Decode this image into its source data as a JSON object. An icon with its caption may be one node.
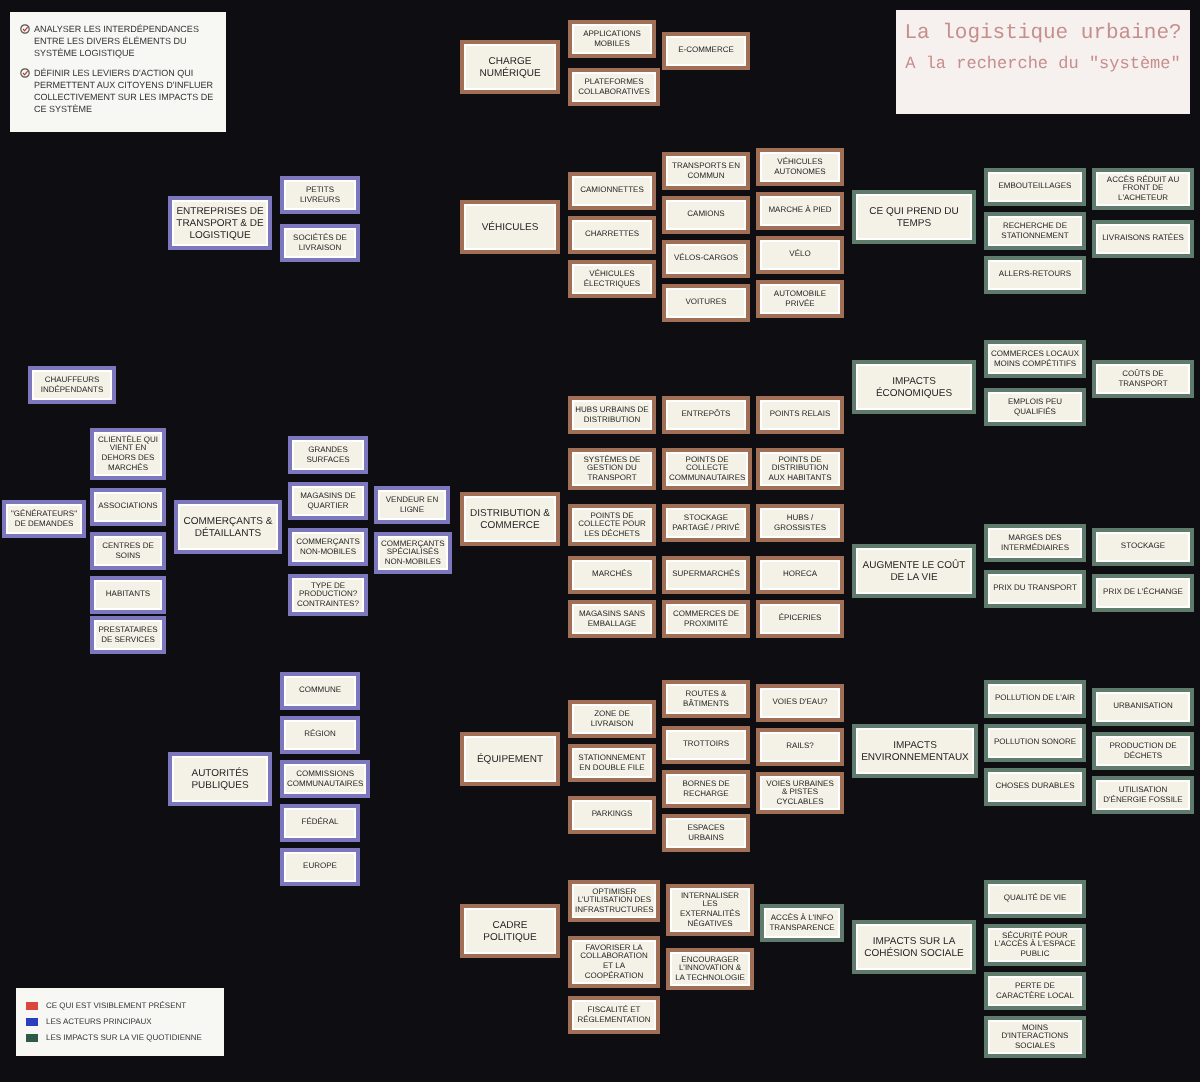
{
  "diagram": {
    "nodes": [
      {
        "text": [
          "ANALYSER LES INTERDÉPENDANCES ENTRE LES DIVERS ÉLÉMENTS DU SYSTÈME LOGISTIQUE",
          "DÉFINIR LES LEVIERS D'ACTION QUI PERMETTENT AUX CITOYENS D'INFLUER COLLECTIVEMENT SUR LES IMPACTS DE CE SYSTÈME"
        ]
      },
      {
        "text": [
          "La logistique urbaine?",
          "A la recherche du \"système\""
        ]
      },
      {
        "text": [
          "ENTREPRISES DE TRANSPORT & DE LOGISTIQUE"
        ]
      },
      {
        "text": [
          "PETITS LIVREURS"
        ]
      },
      {
        "text": [
          "SOCIÉTÉS DE LIVRAISON"
        ]
      },
      {
        "text": [
          "CHAUFFEURS INDÉPENDANTS"
        ]
      },
      {
        "text": [
          "CLIENTÈLE QUI VIENT EN DEHORS DES MARCHÉS"
        ]
      },
      {
        "text": [
          "\"GÉNÉRATEURS\" DE DEMANDES"
        ]
      },
      {
        "text": [
          "ASSOCIATIONS"
        ]
      },
      {
        "text": [
          "CENTRES DE SOINS"
        ]
      },
      {
        "text": [
          "HABITANTS"
        ]
      },
      {
        "text": [
          "PRESTATAIRES DE SERVICES"
        ]
      },
      {
        "text": [
          "COMMERÇANTS & DÉTAILLANTS"
        ]
      },
      {
        "text": [
          "GRANDES SURFACES"
        ]
      },
      {
        "text": [
          "MAGASINS DE QUARTIER"
        ]
      },
      {
        "text": [
          "VENDEUR EN LIGNE"
        ]
      },
      {
        "text": [
          "COMMERÇANTS NON-MOBILES"
        ]
      },
      {
        "text": [
          "COMMERÇANTS SPÉCIALISÉS NON-MOBILES"
        ]
      },
      {
        "text": [
          "TYPE DE PRODUCTION? CONTRAINTES?"
        ]
      },
      {
        "text": [
          "AUTORITÉS PUBLIQUES"
        ]
      },
      {
        "text": [
          "COMMUNE"
        ]
      },
      {
        "text": [
          "RÉGION"
        ]
      },
      {
        "text": [
          "COMMISSIONS COMMUNAUTAIRES"
        ]
      },
      {
        "text": [
          "FÉDÉRAL"
        ]
      },
      {
        "text": [
          "EUROPE"
        ]
      },
      {
        "text": [
          "CHARGE NUMÉRIQUE"
        ]
      },
      {
        "text": [
          "APPLICATIONS MOBILES"
        ]
      },
      {
        "text": [
          "E-COMMERCE"
        ]
      },
      {
        "text": [
          "PLATEFORMES COLLABORATIVES"
        ]
      },
      {
        "text": [
          "VÉHICULES"
        ]
      },
      {
        "text": [
          "CAMIONNETTES"
        ]
      },
      {
        "text": [
          "CHARRETTES"
        ]
      },
      {
        "text": [
          "VÉHICULES ÉLECTRIQUES"
        ]
      },
      {
        "text": [
          "TRANSPORTS EN COMMUN"
        ]
      },
      {
        "text": [
          "CAMIONS"
        ]
      },
      {
        "text": [
          "VÉLOS-CARGOS"
        ]
      },
      {
        "text": [
          "VOITURES"
        ]
      },
      {
        "text": [
          "VÉHICULES AUTONOMES"
        ]
      },
      {
        "text": [
          "MARCHE À PIED"
        ]
      },
      {
        "text": [
          "VÉLO"
        ]
      },
      {
        "text": [
          "AUTOMOBILE PRIVÉE"
        ]
      },
      {
        "text": [
          "DISTRIBUTION & COMMERCE"
        ]
      },
      {
        "text": [
          "HUBS URBAINS DE DISTRIBUTION"
        ]
      },
      {
        "text": [
          "ENTREPÔTS"
        ]
      },
      {
        "text": [
          "POINTS RELAIS"
        ]
      },
      {
        "text": [
          "SYSTÈMES DE GESTION DU TRANSPORT"
        ]
      },
      {
        "text": [
          "POINTS DE COLLECTE COMMUNAUTAIRES"
        ]
      },
      {
        "text": [
          "POINTS DE DISTRIBUTION AUX HABITANTS"
        ]
      },
      {
        "text": [
          "POINTS DE COLLECTE POUR LES DÉCHETS"
        ]
      },
      {
        "text": [
          "STOCKAGE PARTAGÉ / PRIVÉ"
        ]
      },
      {
        "text": [
          "HUBS / GROSSISTES"
        ]
      },
      {
        "text": [
          "MARCHÉS"
        ]
      },
      {
        "text": [
          "SUPERMARCHÉS"
        ]
      },
      {
        "text": [
          "HORECA"
        ]
      },
      {
        "text": [
          "MAGASINS SANS EMBALLAGE"
        ]
      },
      {
        "text": [
          "COMMERCES DE PROXIMITÉ"
        ]
      },
      {
        "text": [
          "ÉPICERIES"
        ]
      },
      {
        "text": [
          "ÉQUIPEMENT"
        ]
      },
      {
        "text": [
          "ZONE DE LIVRAISON"
        ]
      },
      {
        "text": [
          "STATIONNEMENT EN DOUBLE FILE"
        ]
      },
      {
        "text": [
          "PARKINGS"
        ]
      },
      {
        "text": [
          "ROUTES & BÂTIMENTS"
        ]
      },
      {
        "text": [
          "TROTTOIRS"
        ]
      },
      {
        "text": [
          "BORNES DE RECHARGE"
        ]
      },
      {
        "text": [
          "ESPACES URBAINS"
        ]
      },
      {
        "text": [
          "VOIES D'EAU?"
        ]
      },
      {
        "text": [
          "RAILS?"
        ]
      },
      {
        "text": [
          "VOIES URBAINES & PISTES CYCLABLES"
        ]
      },
      {
        "text": [
          "CADRE POLITIQUE"
        ]
      },
      {
        "text": [
          "OPTIMISER L'UTILISATION DES INFRASTRUCTURES"
        ]
      },
      {
        "text": [
          "INTERNALISER LES EXTERNALITÉS NÉGATIVES"
        ]
      },
      {
        "text": [
          "ACCÈS À L'INFO TRANSPARENCE"
        ]
      },
      {
        "text": [
          "FAVORISER LA COLLABORATION ET LA COOPÉRATION"
        ]
      },
      {
        "text": [
          "ENCOURAGER L'INNOVATION & LA TECHNOLOGIE"
        ]
      },
      {
        "text": [
          "FISCALITÉ ET RÉGLEMENTATION"
        ]
      },
      {
        "text": [
          "CE QUI PREND DU TEMPS"
        ]
      },
      {
        "text": [
          "EMBOUTEILLAGES"
        ]
      },
      {
        "text": [
          "ACCÈS RÉDUIT AU FRONT DE L'ACHETEUR"
        ]
      },
      {
        "text": [
          "RECHERCHE DE STATIONNEMENT"
        ]
      },
      {
        "text": [
          "LIVRAISONS RATÉES"
        ]
      },
      {
        "text": [
          "ALLERS-RETOURS"
        ]
      },
      {
        "text": [
          "IMPACTS ÉCONOMIQUES"
        ]
      },
      {
        "text": [
          "COMMERCES LOCAUX MOINS COMPÉTITIFS"
        ]
      },
      {
        "text": [
          "COÛTS DE TRANSPORT"
        ]
      },
      {
        "text": [
          "EMPLOIS PEU QUALIFIÉS"
        ]
      },
      {
        "text": [
          "AUGMENTE LE COÛT DE LA VIE"
        ]
      },
      {
        "text": [
          "MARGES DES INTERMÉDIAIRES"
        ]
      },
      {
        "text": [
          "STOCKAGE"
        ]
      },
      {
        "text": [
          "PRIX DU TRANSPORT"
        ]
      },
      {
        "text": [
          "PRIX DE L'ÉCHANGE"
        ]
      },
      {
        "text": [
          "IMPACTS ENVIRONNEMENTAUX"
        ]
      },
      {
        "text": [
          "POLLUTION DE L'AIR"
        ]
      },
      {
        "text": [
          "URBANISATION"
        ]
      },
      {
        "text": [
          "POLLUTION SONORE"
        ]
      },
      {
        "text": [
          "PRODUCTION DE DÉCHETS"
        ]
      },
      {
        "text": [
          "CHOSES DURABLES"
        ]
      },
      {
        "text": [
          "UTILISATION D'ÉNERGIE FOSSILE"
        ]
      },
      {
        "text": [
          "IMPACTS SUR LA COHÉSION SOCIALE"
        ]
      },
      {
        "text": [
          "QUALITÉ DE VIE"
        ]
      },
      {
        "text": [
          "SÉCURITÉ POUR L'ACCÈS À L'ESPACE PUBLIC"
        ]
      },
      {
        "text": [
          "PERTE DE CARACTÈRE LOCAL"
        ]
      },
      {
        "text": [
          "MOINS D'INTERACTIONS SOCIALES"
        ]
      }
    ],
    "legend": [
      {
        "text": "CE QUI EST VISIBLEMENT PRÉSENT",
        "color": "#d9473f"
      },
      {
        "text": "LES ACTEURS PRINCIPAUX",
        "color": "#2b3fc0"
      },
      {
        "text": "LES IMPACTS SUR LA VIE QUOTIDIENNE",
        "color": "#2e5b47"
      }
    ]
  }
}
